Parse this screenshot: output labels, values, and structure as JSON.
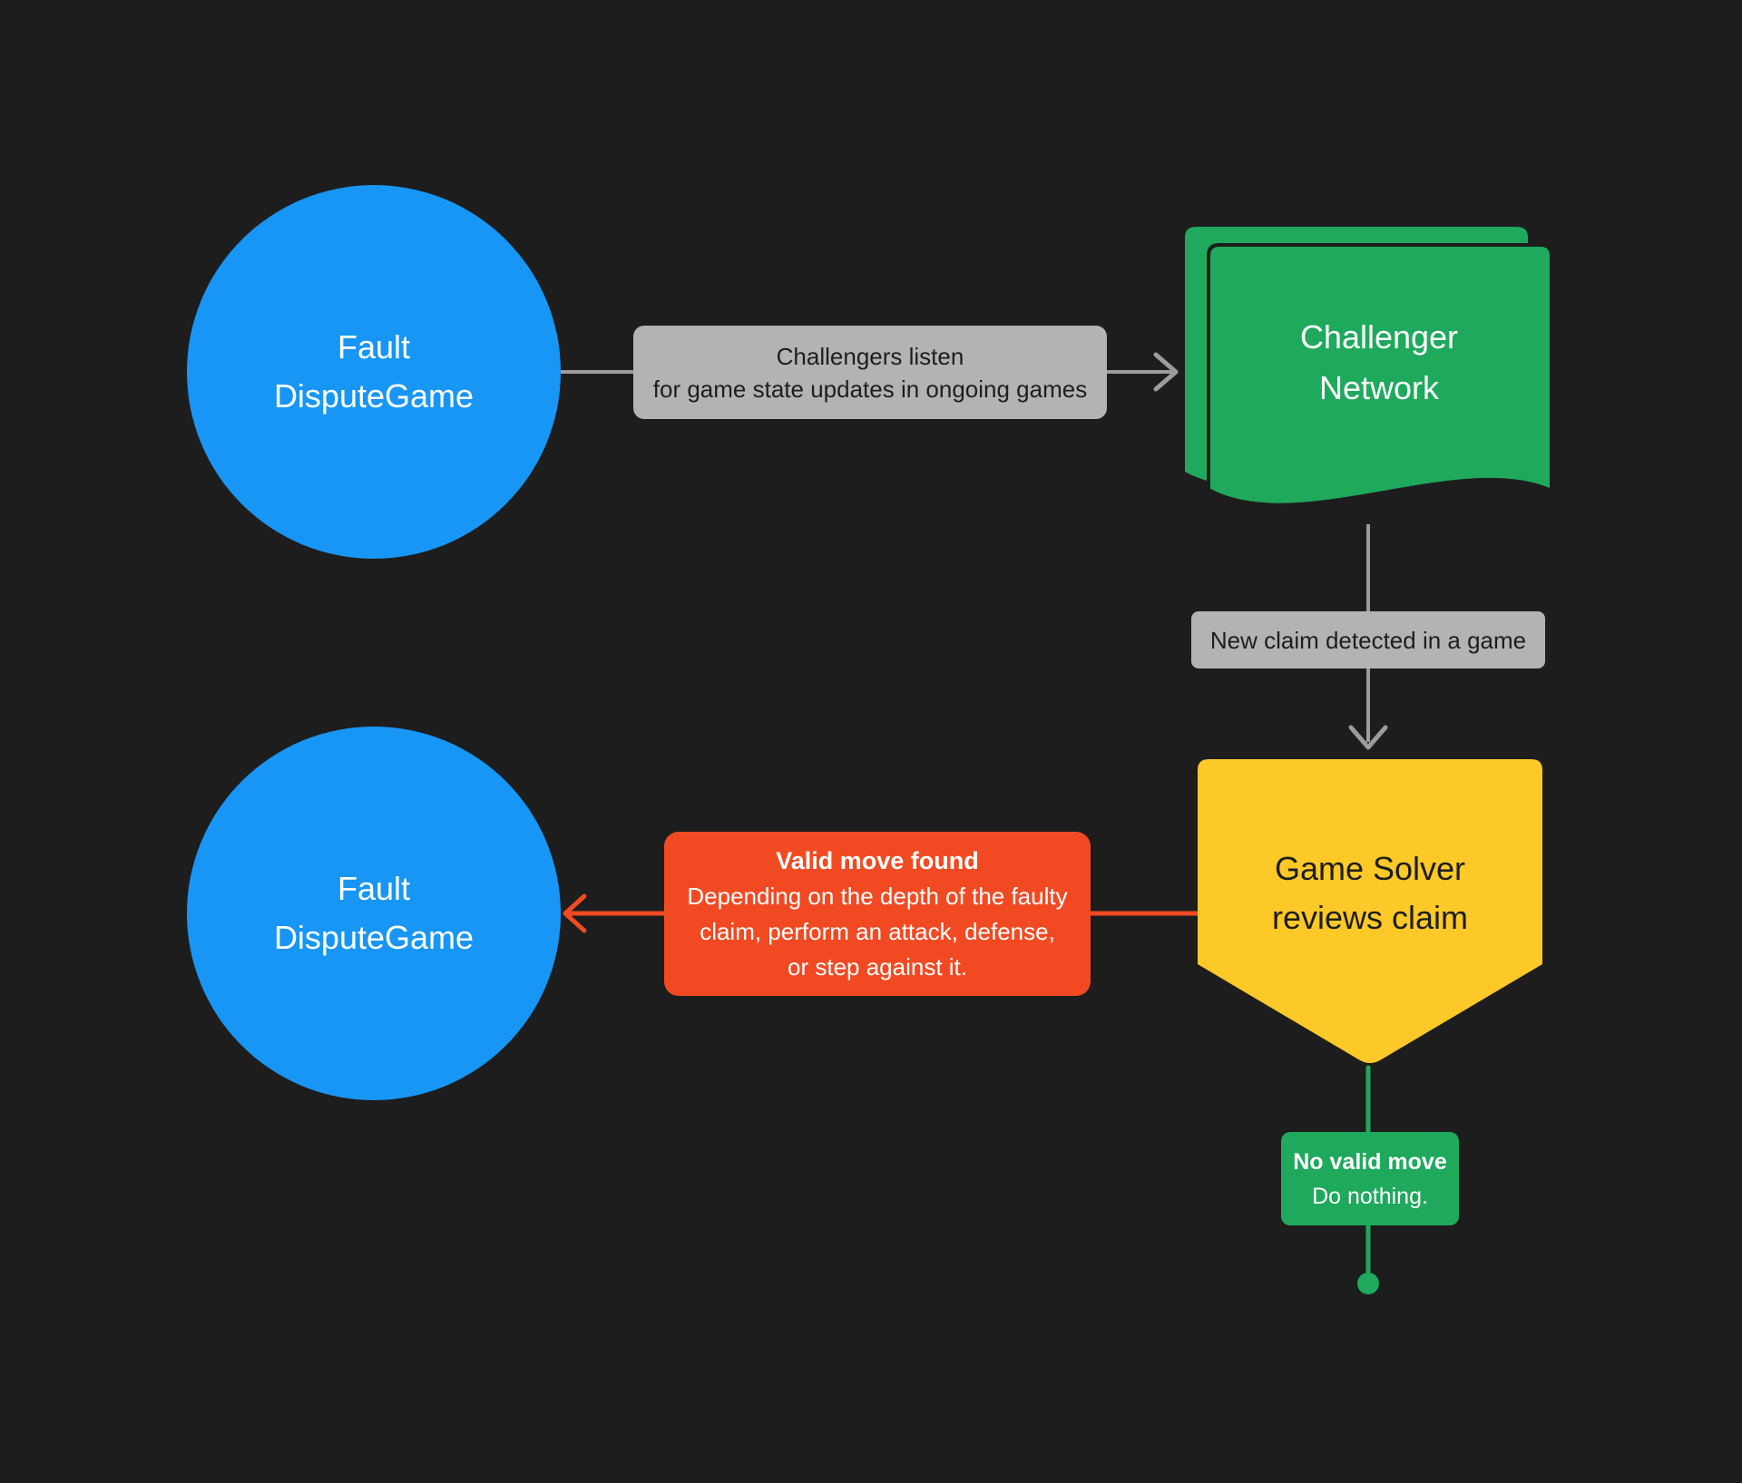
{
  "palette": {
    "canvas_bg": "#1D1D1D",
    "node_blue": "#1896F5",
    "node_green": "#1EA95C",
    "node_yellow": "#FDC928",
    "branch_red": "#F14A23",
    "label_gray": "#B3B3B3",
    "connector_gray": "#9C9C9C",
    "text_dark": "#1E1E1E",
    "text_light": "#FFFFFF"
  },
  "nodes": {
    "fault_dispute_game_top": {
      "line1": "Fault",
      "line2": "DisputeGame"
    },
    "challenger_network": {
      "line1": "Challenger",
      "line2": "Network"
    },
    "game_solver": {
      "line1": "Game Solver",
      "line2": "reviews claim"
    },
    "fault_dispute_game_bottom": {
      "line1": "Fault",
      "line2": "DisputeGame"
    }
  },
  "connectors": {
    "challengers_listen": {
      "line1": "Challengers listen",
      "line2": "for game state updates in ongoing games"
    },
    "new_claim": {
      "text": "New claim detected in a game"
    },
    "valid_move": {
      "title": "Valid move found",
      "body_line1": "Depending on the depth of the faulty",
      "body_line2": "claim, perform an attack, defense,",
      "body_line3": "or step against it."
    },
    "no_valid_move": {
      "title": "No valid move",
      "body": "Do nothing."
    }
  }
}
